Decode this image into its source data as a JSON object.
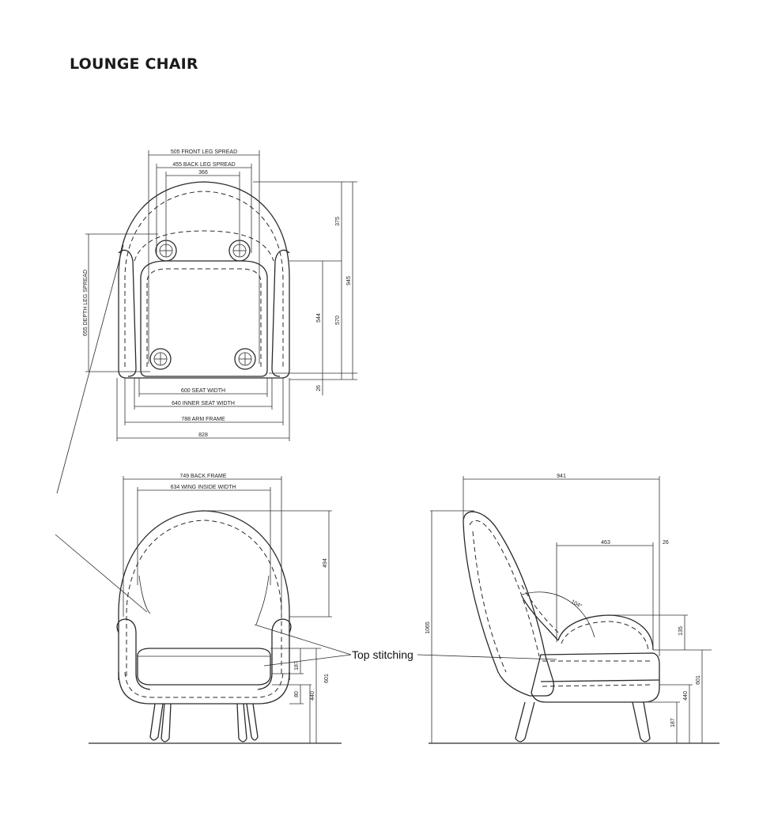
{
  "title": "LOUNGE CHAIR",
  "top_view": {
    "front_leg_spread": "505 FRONT LEG SPREAD",
    "back_leg_spread": "455 BACK LEG SPREAD",
    "d366": "366",
    "d375": "375",
    "d945": "945",
    "d544": "544",
    "d570": "570",
    "d26": "26",
    "depth_leg_spread": "655 DEPTH LEG SPREAD",
    "seat_width": "600 SEAT WIDTH",
    "inner_seat_width": "640 INNER SEAT WIDTH",
    "arm_frame": "788 ARM FRAME",
    "d828": "828"
  },
  "front_view": {
    "back_frame": "749 BACK FRAME",
    "wing_inside_width": "634 WING INSIDE WIDTH",
    "d494": "494",
    "d187": "187",
    "d80": "80",
    "d440": "440",
    "d601": "601"
  },
  "side_view": {
    "d941": "941",
    "d463": "463",
    "d26": "26",
    "angle": "104°",
    "d135": "135",
    "d1065": "1065",
    "d601": "601",
    "d440": "440",
    "d187": "187"
  },
  "callout": "Top stitching"
}
